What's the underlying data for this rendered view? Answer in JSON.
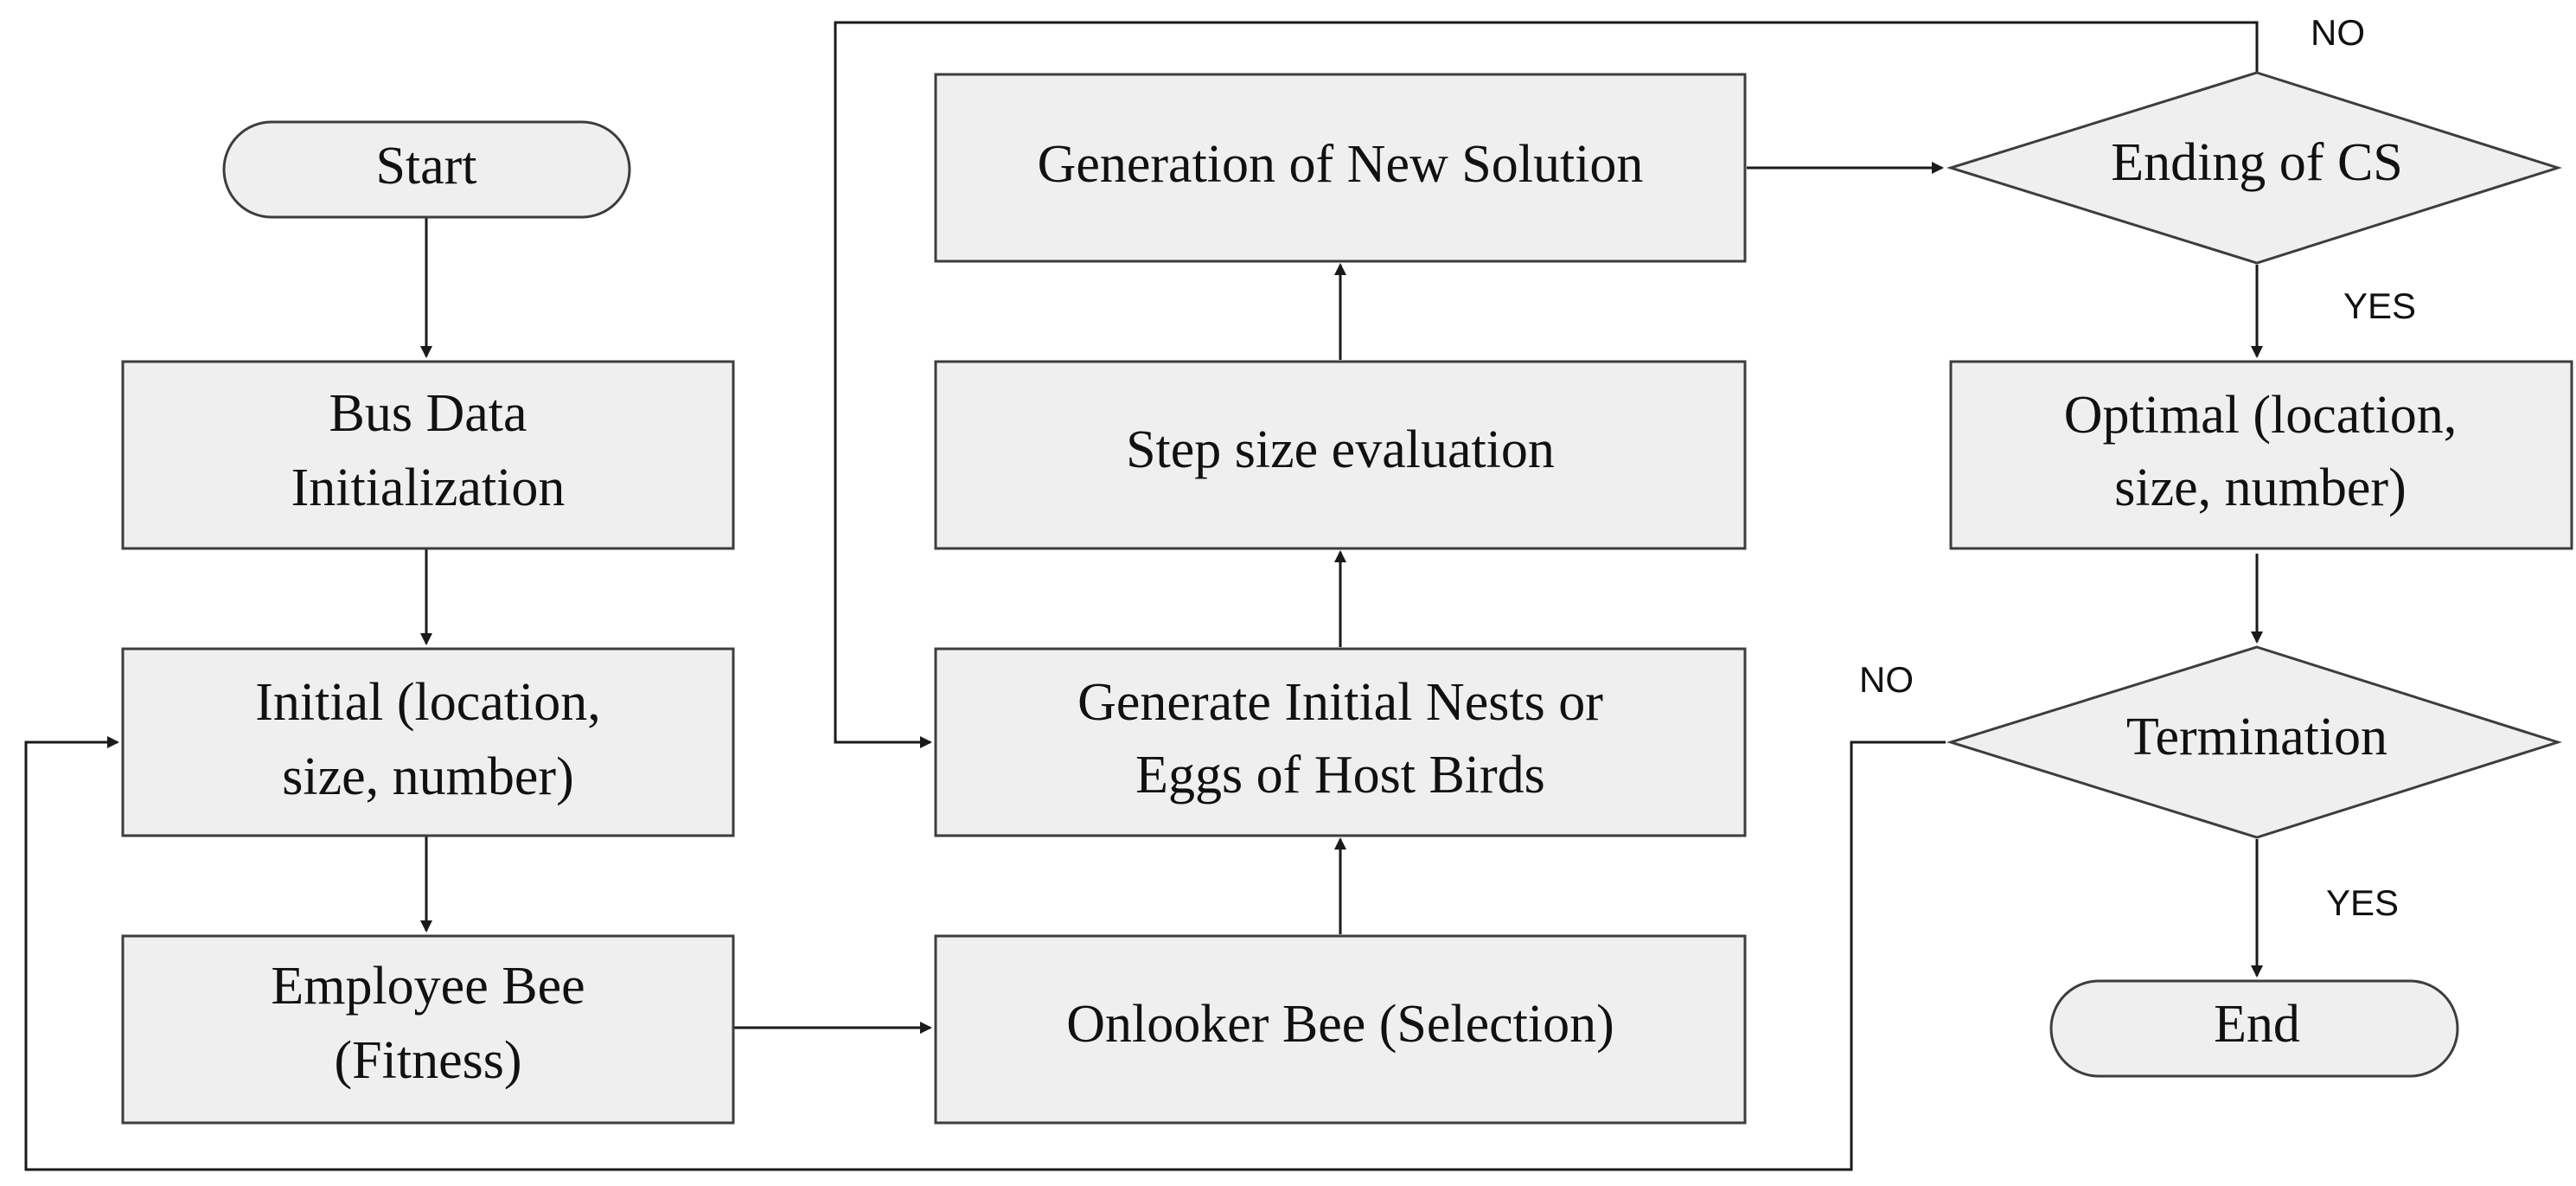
{
  "nodes": {
    "start": "Start",
    "bus_data_line1": "Bus Data",
    "bus_data_line2": "Initialization",
    "initial_line1": "Initial (location,",
    "initial_line2": "size, number)",
    "employee_line1": "Employee Bee",
    "employee_line2": "(Fitness)",
    "onlooker": "Onlooker Bee (Selection)",
    "generate_nests_line1": "Generate Initial Nests or",
    "generate_nests_line2": "Eggs of Host Birds",
    "step_size": "Step size evaluation",
    "new_solution": "Generation of New Solution",
    "ending_cs": "Ending of CS",
    "optimal_line1": "Optimal (location,",
    "optimal_line2": "size, number)",
    "termination": "Termination",
    "end": "End"
  },
  "edge_labels": {
    "ending_no": "NO",
    "ending_yes": "YES",
    "termination_no": "NO",
    "termination_yes": "YES"
  },
  "colors": {
    "node_fill": "#efefef",
    "node_stroke": "#3d3d3d",
    "connector": "#1a1a1a"
  }
}
